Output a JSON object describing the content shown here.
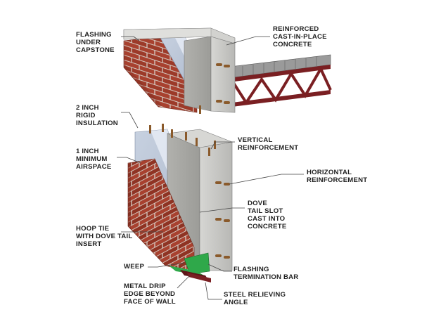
{
  "labels": {
    "flashing_capstone": "FLASHING\nUNDER\nCAPSTONE",
    "reinforced_concrete": "REINFORCED\nCAST-IN-PLACE\nCONCRETE",
    "rigid_insulation": "2 INCH\nRIGID\nINSULATION",
    "airspace": "1 INCH\nMINIMUM\nAIRSPACE",
    "vertical_reinforcement": "VERTICAL\nREINFORCEMENT",
    "horizontal_reinforcement": "HORIZONTAL\nREINFORCEMENT",
    "dove_tail_slot": "DOVE\nTAIL SLOT\nCAST INTO\nCONCRETE",
    "hoop_tie": "HOOP TIE\nWITH DOVE TAIL\nINSERT",
    "weep": "WEEP",
    "flashing_bar": "FLASHING\nTERMINATION BAR",
    "metal_drip": "METAL DRIP\nEDGE BEYOND\nFACE OF WALL",
    "steel_angle": "STEEL RELIEVING\nANGLE"
  },
  "colors": {
    "brick": "#a8412f",
    "brick_dark": "#7e2c1f",
    "mortar": "#d9d4cc",
    "concrete": "#c9c9c6",
    "concrete_dark": "#a7a7a3",
    "insulation": "#b9c4d6",
    "steel": "#7a1f22",
    "deck": "#8f8f8f",
    "flashing": "#2fa84a",
    "leader": "#444444"
  }
}
